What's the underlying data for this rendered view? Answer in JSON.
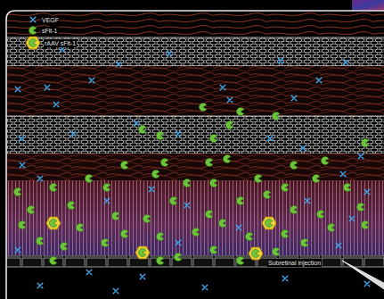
{
  "diagram": {
    "labels": [
      "Subretinal injection"
    ],
    "legend": [
      {
        "text": "VEGF"
      },
      {
        "text": "sFlt-1"
      },
      {
        "text": "rAAV sFlt-1"
      }
    ]
  }
}
